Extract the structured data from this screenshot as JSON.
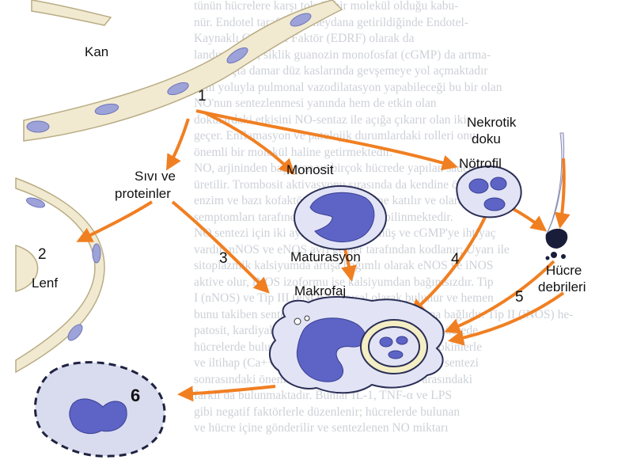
{
  "colors": {
    "arrow": "#f07f22",
    "vessel_fill": "#f1ead1",
    "vessel_edge": "#b9ac84",
    "nucleus": "#5d64c6",
    "cell_fill": "#e2e4f6",
    "cell_edge": "#2b2f55"
  },
  "labels": {
    "kan": "Kan",
    "sivi_ve": "Sıvı ve",
    "proteinler": "proteinler",
    "lenf": "Lenf",
    "monosit": "Monosit",
    "nekrotik": "Nekrotik",
    "doku": "doku",
    "notrofil": "Nötrofil",
    "maturasyon": "Maturasyon",
    "makrofaj": "Makrofaj",
    "hucre": "Hücre",
    "debrileri": "debrileri"
  },
  "numbers": {
    "n1": "1",
    "n2": "2",
    "n3": "3",
    "n4": "4",
    "n5": "5",
    "n6": "6"
  },
  "background_text": [
    "tünün hücrelere karşı toksik bir molekül olduğu kabu-",
    "nür. Endotel tarafından meydana getirildiğinde Endotel-",
    "Kaynaklı Gevşetici Faktör (EDRF) olarak da",
    "landırılmıştır, siklik guanozin monofosfat (cGMP) da artma-",
    "ve sonuçta damar düz kaslarında gevşemeye yol açmaktadır",
    "yeni yoluyla pulmonal vazodilatasyon yapabileceği bu bir olan",
    "NO'nun sentezlenmesi yanında hem de etkin olan",
    "dokulardaki etkisini NO-sentaz ile açığa çıkarır olan iki",
    "geçer. Enflamasyon ve patolojik durumlardaki rolleri onu",
    "önemli bir molekül haline getirmektedir.",
    "NO, arjininden başlayan ve birçok hücrede yapılan sadece",
    "üretilir. Trombosit aktivasyonu sırasında da kendine özgü",
    "enzim ve bazı kofaktörler NO sentezine katılır ve olarak",
    "semptomları tarafından aktive edildiği bilinmektedir.",
    "NO sentezi için iki ayrı yol öne sürülmüş ve cGMP'ye ihtiyaç",
    "vardır, nNOS ve eNOS ayrı genler tarafından kodlanır; Uyarı ile",
    "sitoplazmik kalsiyumda artışa bağımlı olarak eNOS ve iNOS",
    "aktive olur, iNOS izoformu ise kalsiyumdan bağımsızdır. Tip",
    "I (nNOS) ve Tip III (eNOS) yapısal olarak bulunur ve hemen",
    "bunu takiben sentezlenir, sitokinlerle uyarılmasına bağlıdır. Tip II (iNOS) he-",
    "patosit, kardiyak miyosit ve kondrosit gibi birçok hücrede",
    "hücrelerde bulunan uyarılabilir bir enzimdir ve sitokinlerle",
    "ve iltihap (Ca++) konsantrasyonuna bağlı değildir, sentezi",
    "sonrasındaki önemli endotel düz kas hücreleri arasındaki",
    "farklı da bulunmaktadır. Bunlar IL-1, TNF-α ve LPS",
    "gibi negatif faktörlerle düzenlenir; hücrelerde bulunan",
    "ve hücre içine gönderilir ve sentezlenen NO miktarı"
  ]
}
